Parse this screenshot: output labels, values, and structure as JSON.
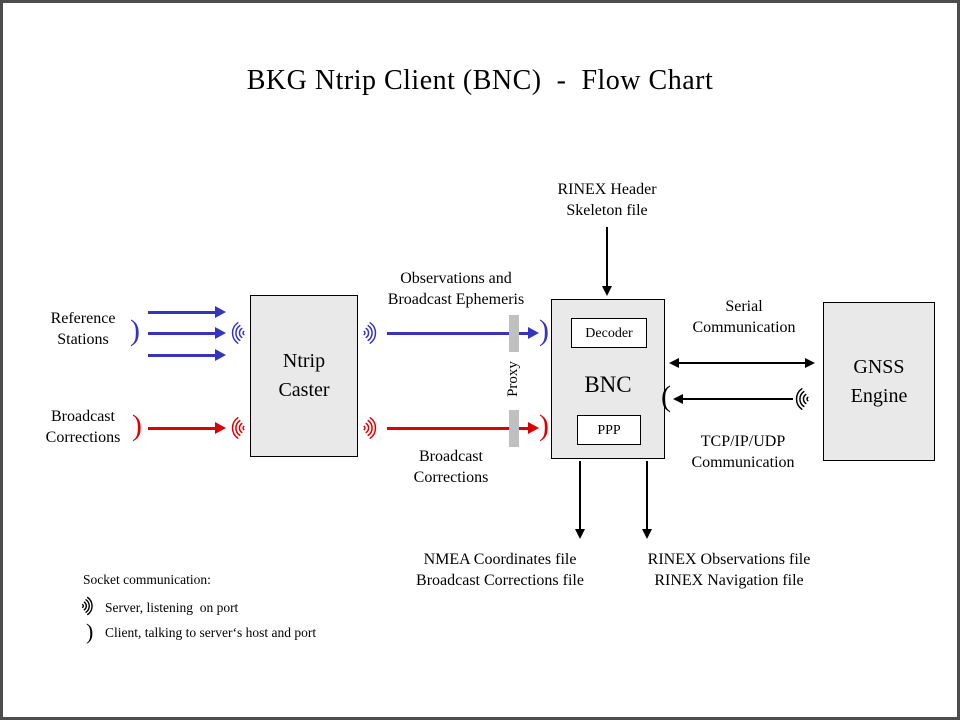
{
  "title": "BKG Ntrip Client (BNC)  -  Flow Chart",
  "nodes": {
    "ntrip_caster": {
      "label": "Ntrip\nCaster"
    },
    "bnc": {
      "label": "BNC",
      "decoder": "Decoder",
      "ppp": "PPP"
    },
    "gnss_engine": {
      "label": "GNSS\nEngine"
    }
  },
  "labels": {
    "reference_stations": "Reference\nStations",
    "broadcast_corrections_input": "Broadcast\nCorrections",
    "observations_ephemeris": "Observations and\nBroadcast Ephemeris",
    "broadcast_corrections_stream": "Broadcast\nCorrections",
    "rinex_header_skeleton": "RINEX Header\nSkeleton file",
    "proxy": "Proxy",
    "serial_communication": "Serial\nCommunication",
    "tcp_communication": "TCP/IP/UDP\nCommunication",
    "nmea_output": "NMEA Coordinates file\nBroadcast Corrections file",
    "rinex_output": "RINEX Observations file\nRINEX Navigation file"
  },
  "legend": {
    "title": "Socket communication:",
    "server": "Server, listening  on port",
    "client": "Client, talking to server‘s host and port"
  },
  "colors": {
    "blue": "#3534bb",
    "red": "#dd0000",
    "black": "#000000",
    "box_fill": "#e9e9e9",
    "proxy_bar": "#c0c0c0",
    "page_border": "#4d4d4d"
  }
}
